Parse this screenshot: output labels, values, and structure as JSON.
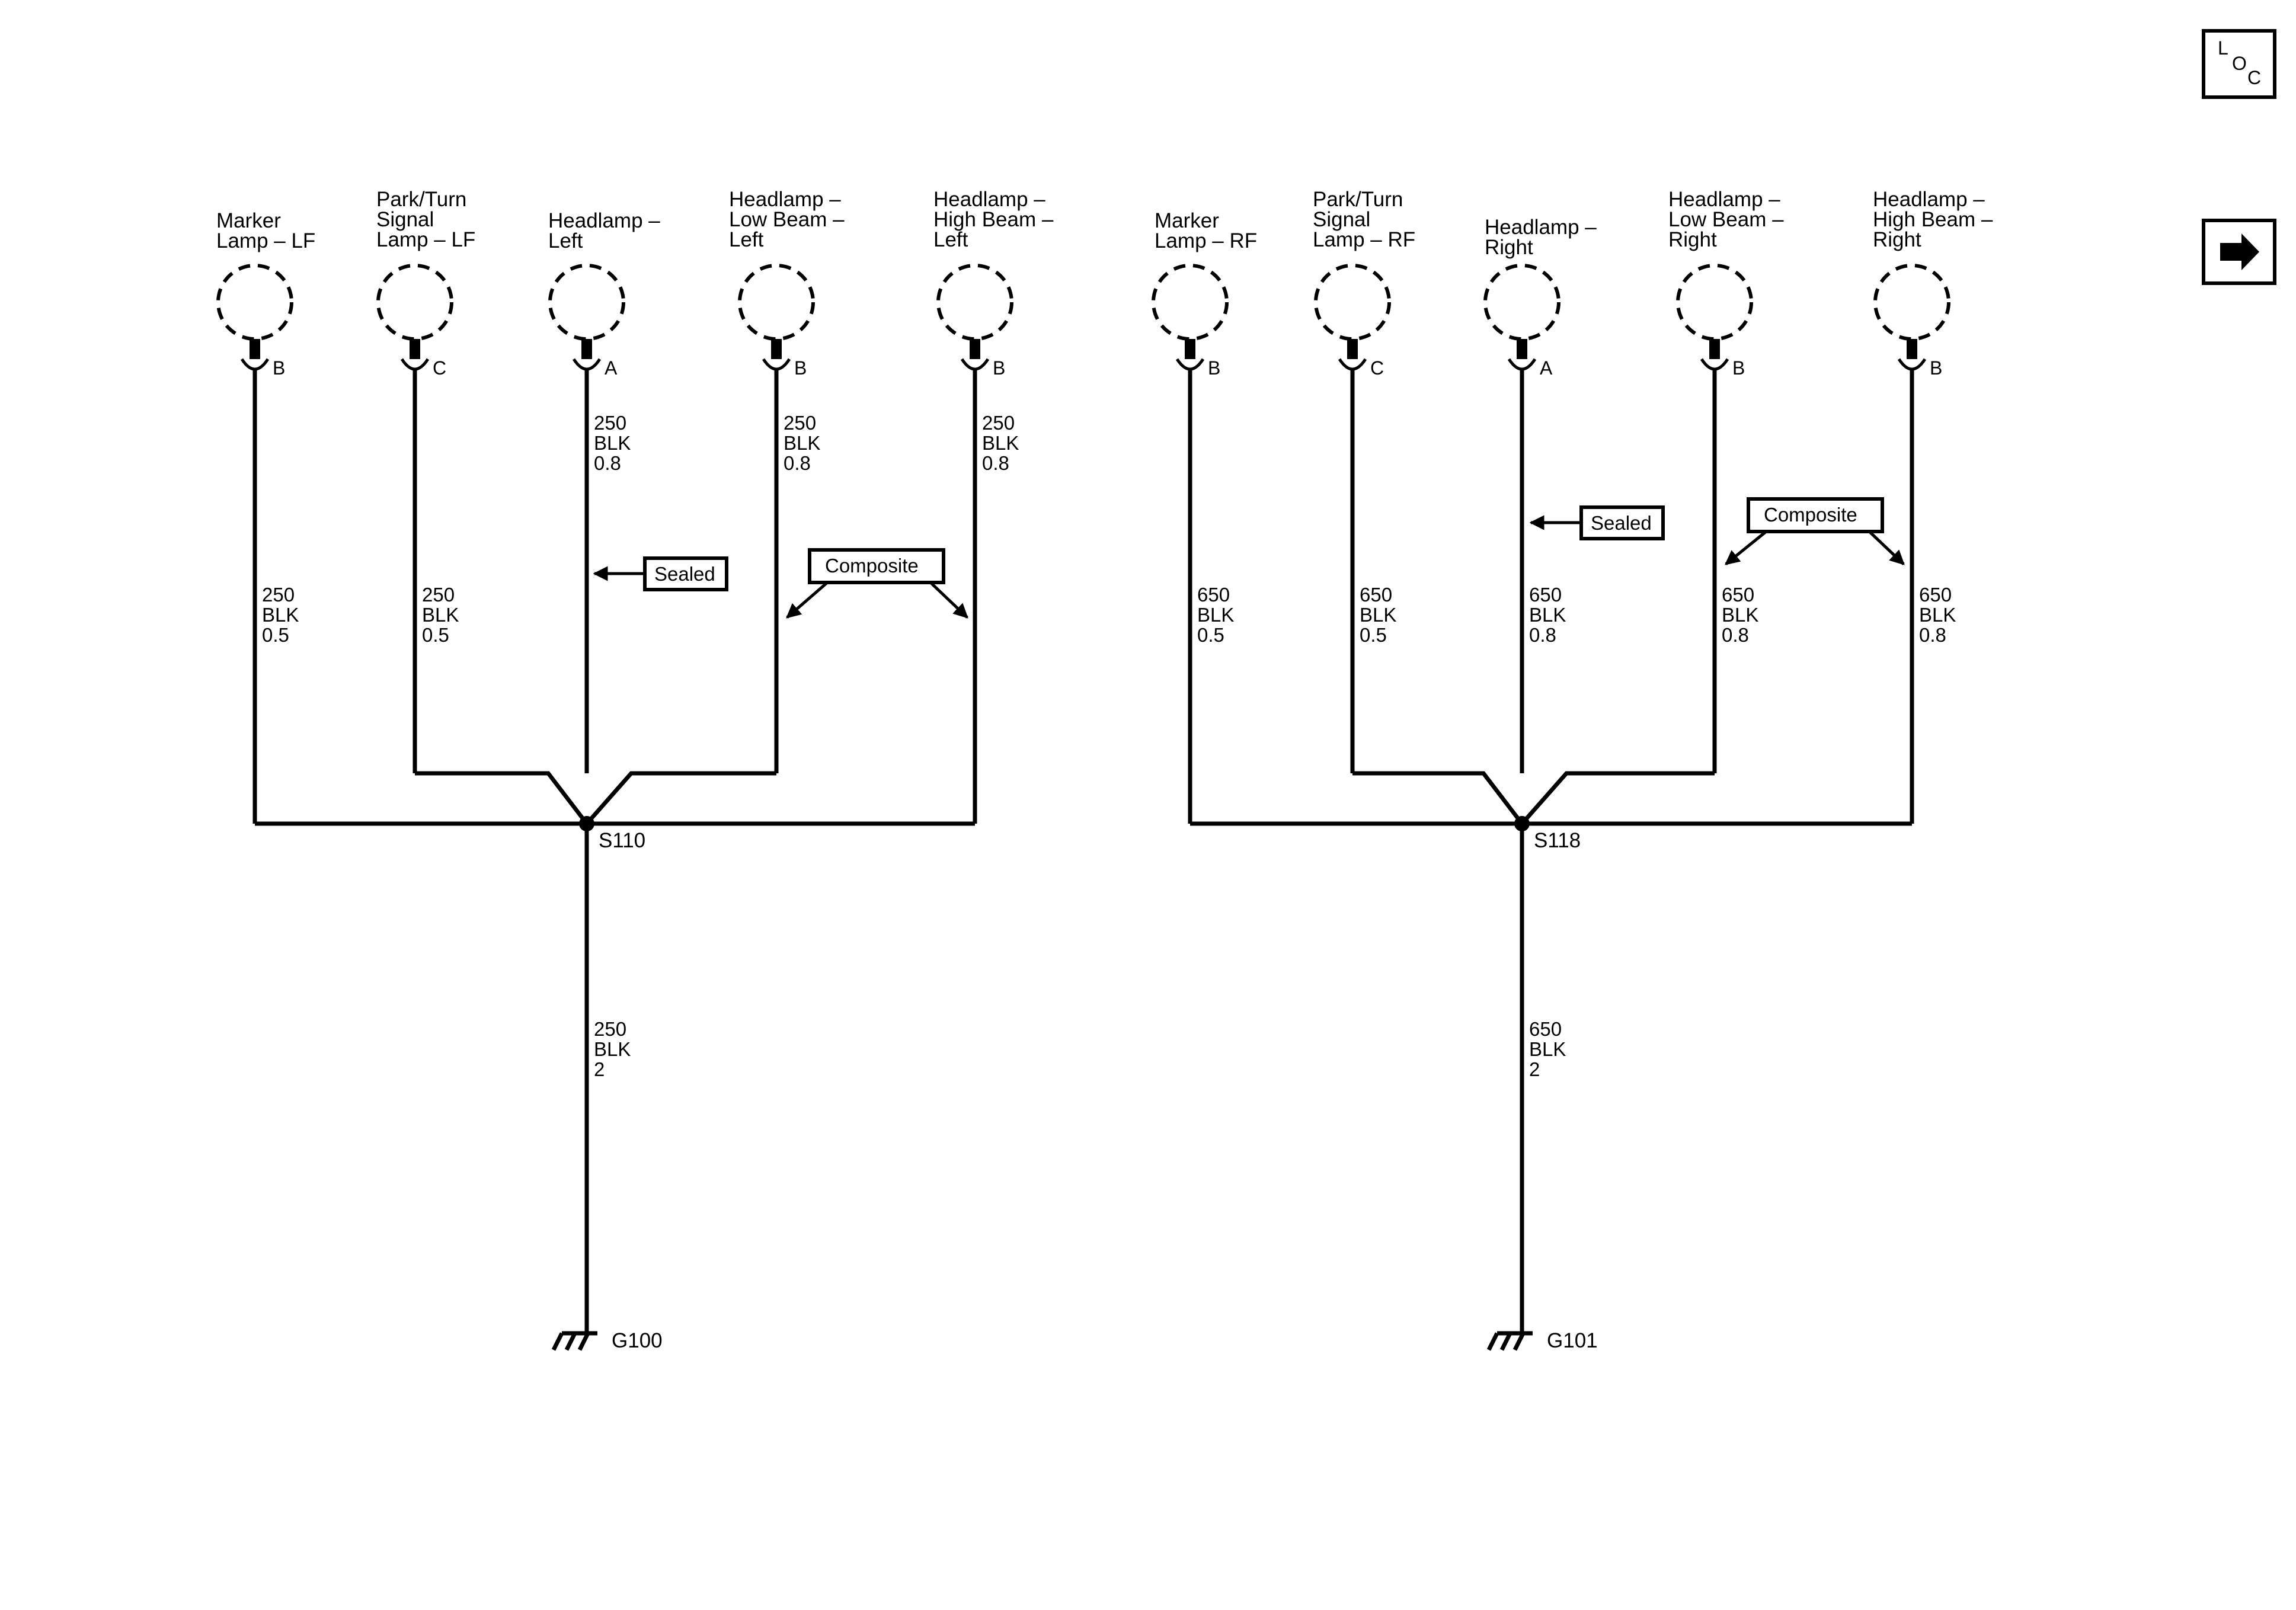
{
  "nav": {
    "loc_letters": [
      "L",
      "O",
      "C"
    ],
    "next_icon": "arrow-right-icon"
  },
  "circuits": [
    {
      "id": "left",
      "lamps": [
        {
          "label": [
            "Marker",
            "Lamp – LF"
          ],
          "pin": "B",
          "wire": [
            "250",
            "BLK",
            "0.5"
          ]
        },
        {
          "label": [
            "Park/Turn",
            "Signal",
            "Lamp – LF"
          ],
          "pin": "C",
          "wire": [
            "250",
            "BLK",
            "0.5"
          ]
        },
        {
          "label": [
            "Headlamp –",
            "Left"
          ],
          "pin": "A",
          "wire": [
            "250",
            "BLK",
            "0.8"
          ]
        },
        {
          "label": [
            "Headlamp –",
            "Low Beam –",
            "Left"
          ],
          "pin": "B",
          "wire": [
            "250",
            "BLK",
            "0.8"
          ]
        },
        {
          "label": [
            "Headlamp –",
            "High Beam –",
            "Left"
          ],
          "pin": "B",
          "wire": [
            "250",
            "BLK",
            "0.8"
          ]
        }
      ],
      "sealed_label": "Sealed",
      "composite_label": "Composite",
      "splice": "S110",
      "ground_wire": [
        "250",
        "BLK",
        "2"
      ],
      "ground": "G100"
    },
    {
      "id": "right",
      "lamps": [
        {
          "label": [
            "Marker",
            "Lamp – RF"
          ],
          "pin": "B",
          "wire": [
            "650",
            "BLK",
            "0.5"
          ]
        },
        {
          "label": [
            "Park/Turn",
            "Signal",
            "Lamp – RF"
          ],
          "pin": "C",
          "wire": [
            "650",
            "BLK",
            "0.5"
          ]
        },
        {
          "label": [
            "Headlamp –",
            "Right"
          ],
          "pin": "A",
          "wire": [
            "650",
            "BLK",
            "0.8"
          ]
        },
        {
          "label": [
            "Headlamp –",
            "Low Beam –",
            "Right"
          ],
          "pin": "B",
          "wire": [
            "650",
            "BLK",
            "0.8"
          ]
        },
        {
          "label": [
            "Headlamp –",
            "High Beam –",
            "Right"
          ],
          "pin": "B",
          "wire": [
            "650",
            "BLK",
            "0.8"
          ]
        }
      ],
      "sealed_label": "Sealed",
      "composite_label": "Composite",
      "splice": "S118",
      "ground_wire": [
        "650",
        "BLK",
        "2"
      ],
      "ground": "G101"
    }
  ]
}
